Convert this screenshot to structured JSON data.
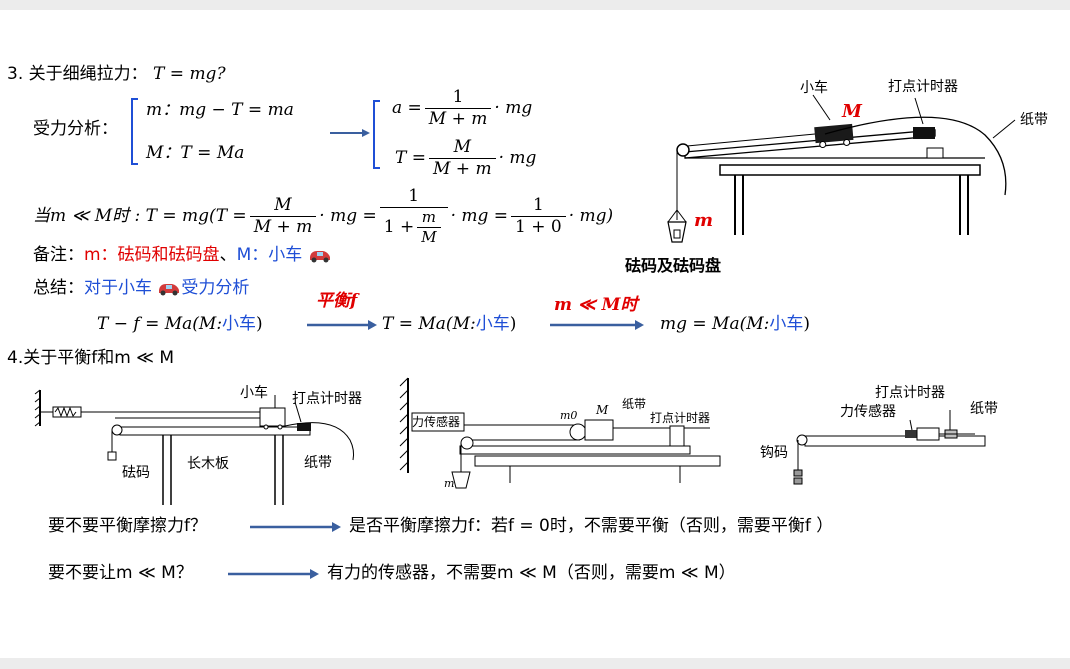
{
  "s3": {
    "heading_num": "3.",
    "heading_text": "关于细绳拉力：",
    "heading_eq": "T = mg?",
    "force_label": "受力分析：",
    "eq_m_label": "m：",
    "eq_m_body": "mg − T = ma",
    "eq_M_label": "M：",
    "eq_M_body": "T = Ma",
    "a_lhs": "a =",
    "a_num": "1",
    "a_den": "M + m",
    "a_tail": "· mg",
    "T_lhs": "T =",
    "T_num": "M",
    "T_den": "M + m",
    "T_tail": "· mg",
    "when_prefix": "当m ≪ M时 : T = mg(T =",
    "when_f1_num": "M",
    "when_f1_den": "M + m",
    "when_mid1": "· mg =",
    "when_f2_num": "1",
    "when_f2_den_a": "1 +",
    "when_f2_den_num": "m",
    "when_f2_den_den": "M",
    "when_mid2": "· mg =",
    "when_f3_num": "1",
    "when_f3_den": "1 + 0",
    "when_tail": "· mg)",
    "note_label": "备注：",
    "note_m": "m：砝码和砝码盘",
    "note_sep": "、",
    "note_M": "M：小车",
    "summary_label": "总结：",
    "summary_text": "对于小车",
    "summary_text2": "受力分析",
    "eq1_a": "T − f = Ma(M:",
    "eq1_b": "小车",
    "eq1_c": ")",
    "arrow1_label": "平衡f",
    "eq2_a": "T = Ma(M:",
    "eq2_b": "小车",
    "eq2_c": ")",
    "arrow2_label": "m ≪ M时",
    "eq3_a": "mg = Ma(M:",
    "eq3_b": "小车",
    "eq3_c": ")"
  },
  "diagram1": {
    "cart": "小车",
    "cart_mass": "M",
    "timer": "打点计时器",
    "tape": "纸带",
    "hanging_mass": "m",
    "caption": "砝码及砝码盘"
  },
  "s4": {
    "heading_num": "4.",
    "heading_text": "关于平衡f和m ≪ M",
    "q1": "要不要平衡摩擦力f？",
    "a1": "是否平衡摩擦力f：若f = 0时，不需要平衡（否则，需要平衡f ）",
    "q2": "要不要让m ≪ M？",
    "a2": "有力的传感器，不需要m ≪ M（否则，需要m ≪ M）"
  },
  "diagram2": {
    "cart": "小车",
    "timer": "打点计时器",
    "weight": "砝码",
    "board": "长木板",
    "tape": "纸带"
  },
  "diagram3": {
    "sensor": "力传感器",
    "m0": "m0",
    "M": "M",
    "tape": "纸带",
    "timer": "打点计时器",
    "m": "m"
  },
  "diagram4": {
    "timer": "打点计时器",
    "sensor": "力传感器",
    "tape": "纸带",
    "hook_weight": "钩码"
  },
  "colors": {
    "red": "#e00000",
    "blue": "#1f4fd6",
    "arrow": "#3a5f9f"
  },
  "icons": {
    "car": "car-icon"
  }
}
